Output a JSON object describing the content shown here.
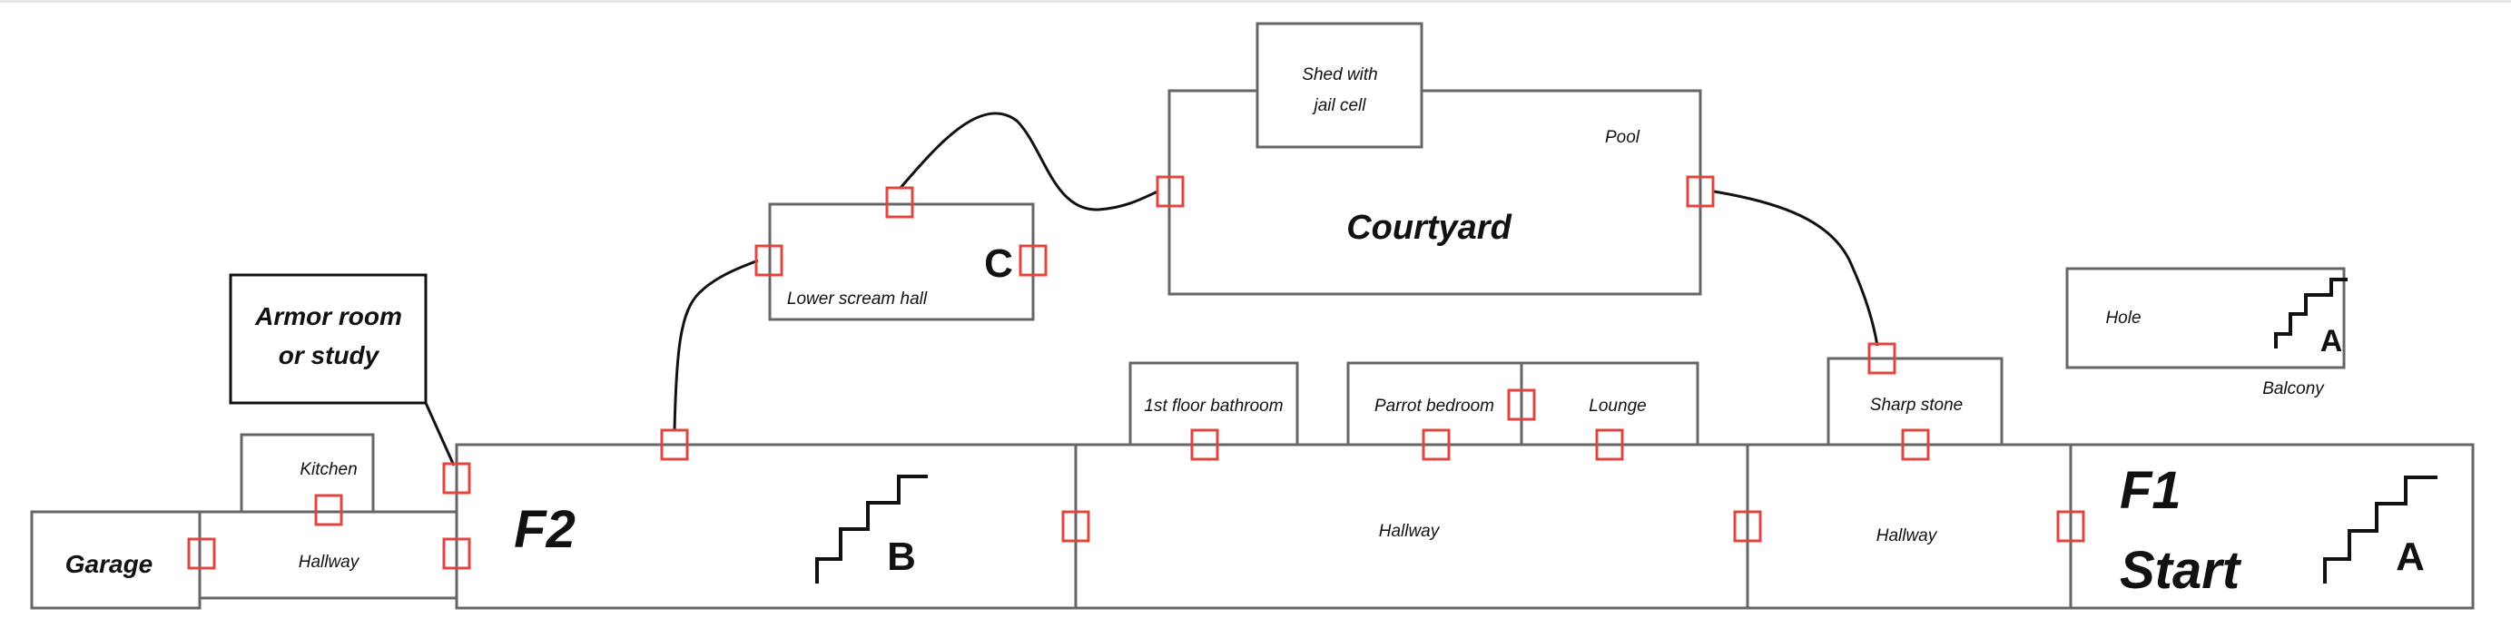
{
  "rooms": {
    "garage": "Garage",
    "hallway_left": "Hallway",
    "kitchen": "Kitchen",
    "armor_line1": "Armor room",
    "armor_line2": "or study",
    "f2": "F2",
    "stairs_b": "B",
    "lower_scream_hall": "Lower scream hall",
    "stairs_c": "C",
    "courtyard": "Courtyard",
    "pool": "Pool",
    "shed_line1": "Shed with",
    "shed_line2": "jail cell",
    "bathroom": "1st floor bathroom",
    "parrot_bedroom": "Parrot bedroom",
    "lounge": "Lounge",
    "hallway_mid": "Hallway",
    "hallway_right": "Hallway",
    "sharp_stone": "Sharp stone",
    "hole": "Hole",
    "stairs_a_balcony": "A",
    "balcony": "Balcony",
    "f1": "F1",
    "start": "Start",
    "stairs_a_start": "A"
  },
  "colors": {
    "door": "#e0463f",
    "wall": "#666666",
    "connector": "#111111"
  }
}
